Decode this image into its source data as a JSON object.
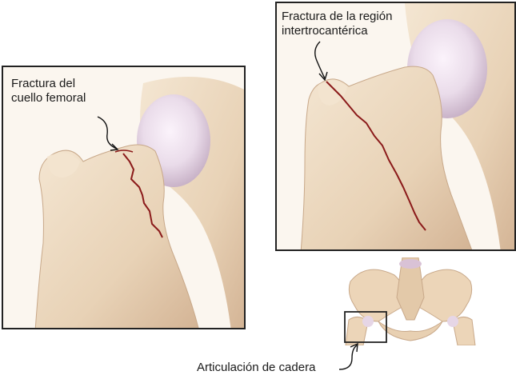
{
  "labels": {
    "neck_fracture": [
      "Fractura del",
      "cuello femoral"
    ],
    "intertrochanteric_fracture": [
      "Fractura de la región",
      "intertrocantérica"
    ],
    "hip_joint": "Articulación de cadera"
  },
  "colors": {
    "bone": "#ead7bf",
    "bone_shadow": "#c9a98a",
    "cartilage": "#e9dbe8",
    "fracture": "#8b1a1a",
    "border": "#222222"
  }
}
